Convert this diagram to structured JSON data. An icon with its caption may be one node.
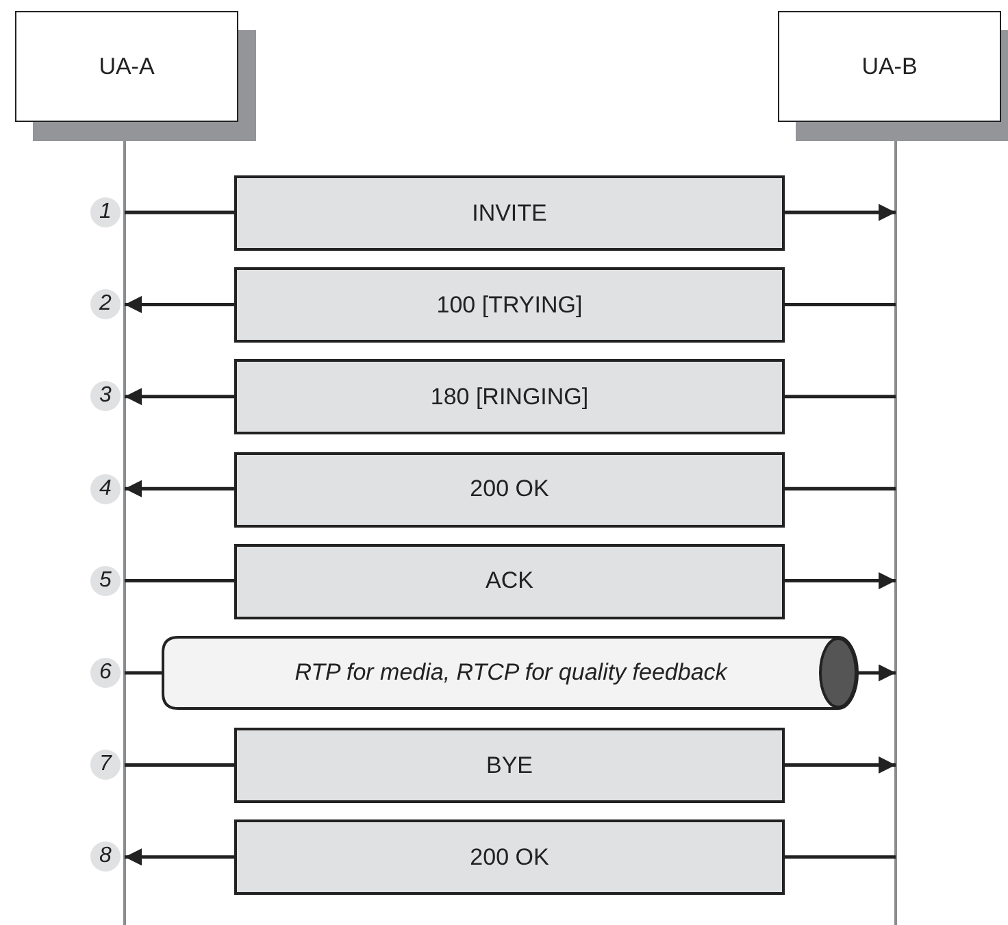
{
  "diagram": {
    "nodes": [
      {
        "text": [
          "UA-A"
        ]
      },
      {
        "text": [
          "UA-B"
        ]
      }
    ],
    "edges": [
      {
        "from": 0,
        "to": 1,
        "arrow": "to",
        "label": "INVITE"
      },
      {
        "from": 1,
        "to": 0,
        "arrow": "to",
        "label": "100 [TRYING]"
      },
      {
        "from": 1,
        "to": 0,
        "arrow": "to",
        "label": "180 [RINGING]"
      },
      {
        "from": 1,
        "to": 0,
        "arrow": "to",
        "label": "200 OK"
      },
      {
        "from": 0,
        "to": 1,
        "arrow": "to",
        "label": "ACK"
      },
      {
        "from": 0,
        "to": 1,
        "arrow": "to",
        "label": "RTP for media, RTCP for quality feedback"
      },
      {
        "from": 0,
        "to": 1,
        "arrow": "to",
        "label": "BYE"
      },
      {
        "from": 1,
        "to": 0,
        "arrow": "to",
        "label": "200 OK"
      }
    ],
    "labels": [
      "1",
      "2",
      "3",
      "4",
      "5",
      "6",
      "7",
      "8"
    ]
  }
}
